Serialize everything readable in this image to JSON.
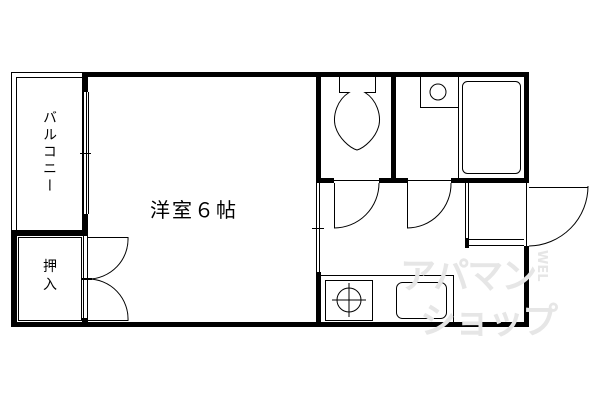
{
  "floor_plan": {
    "rooms": {
      "main_room": {
        "label": "洋室６帖",
        "type": "Western-style room",
        "size_jo": 6
      },
      "balcony": {
        "label": "バルコニー"
      },
      "closet": {
        "label": "押入"
      },
      "toilet": {
        "label": ""
      },
      "bath": {
        "label": ""
      },
      "kitchen": {
        "label": ""
      },
      "entrance": {
        "label": ""
      }
    },
    "fixtures": [
      "toilet-icon",
      "washbasin-icon",
      "bathtub-icon",
      "stove-icon",
      "sink-icon"
    ],
    "colors": {
      "wall": "#000000",
      "background": "#ffffff",
      "watermark": "#e6e6e6"
    }
  },
  "watermark": {
    "line1": "アパマン",
    "line2": "ショップ",
    "small": "WEL"
  }
}
